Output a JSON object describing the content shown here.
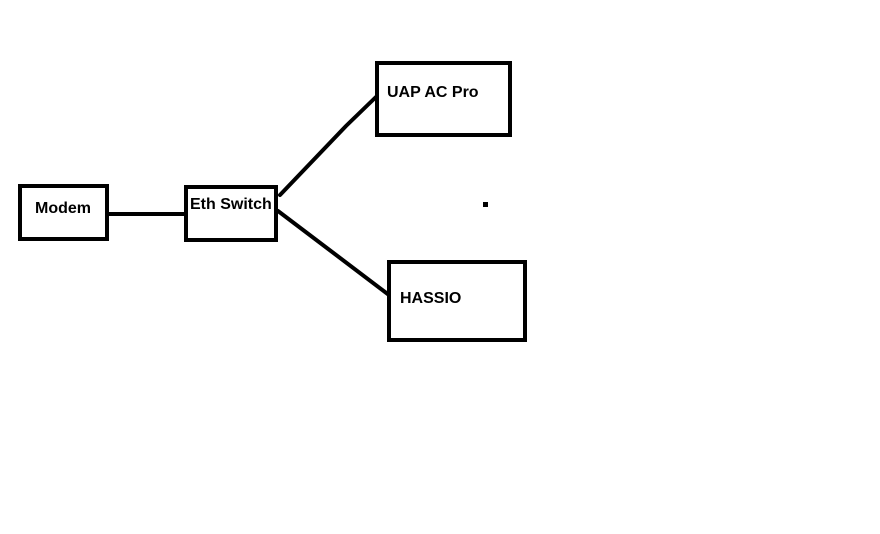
{
  "diagram": {
    "nodes": {
      "modem": {
        "label": "Modem"
      },
      "switch": {
        "label": "Eth Switch"
      },
      "uap": {
        "label": "UAP AC Pro"
      },
      "hassio": {
        "label": "HASSIO"
      }
    },
    "edges": [
      {
        "from": "Modem",
        "to": "Eth Switch"
      },
      {
        "from": "Eth Switch",
        "to": "UAP AC Pro"
      },
      {
        "from": "Eth Switch",
        "to": "HASSIO"
      }
    ],
    "colors": {
      "stroke": "#000000",
      "background": "#ffffff"
    }
  }
}
